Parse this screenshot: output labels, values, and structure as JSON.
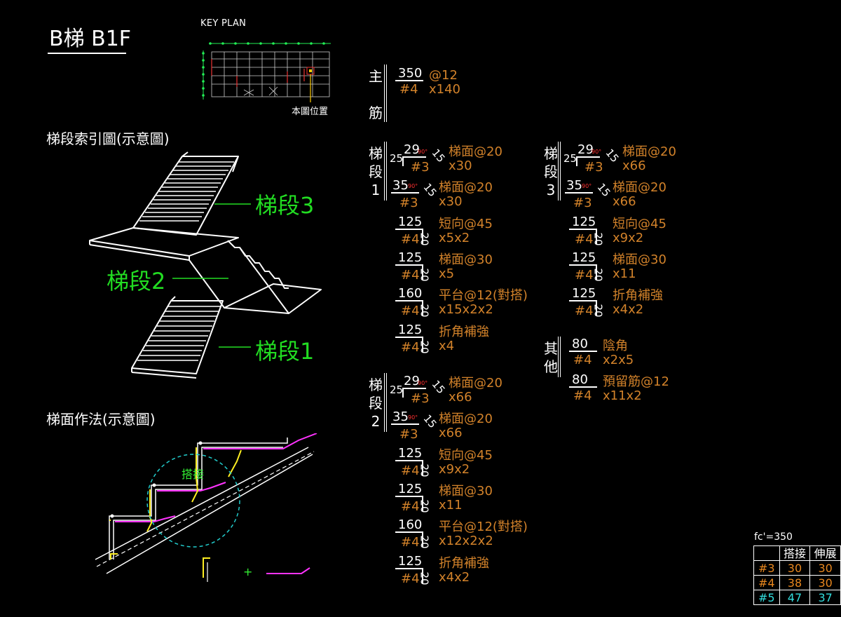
{
  "title": "B梯 B1F",
  "key_plan": {
    "label": "KEY PLAN",
    "position_label": "本圖位置"
  },
  "index_diagram": {
    "title": "梯段索引圖(示意圖)",
    "segment_labels": [
      "梯段3",
      "梯段2",
      "梯段1"
    ]
  },
  "detail_diagram": {
    "title": "梯面作法(示意圖)",
    "lap_label": "搭接",
    "plus": "+"
  },
  "groups": {
    "main": {
      "chars": [
        "主",
        "",
        "筋"
      ]
    },
    "seg1": {
      "chars": [
        "梯",
        "段",
        "1"
      ]
    },
    "seg2": {
      "chars": [
        "梯",
        "段",
        "2"
      ]
    },
    "seg3": {
      "chars": [
        "梯",
        "段",
        "3"
      ]
    },
    "other": {
      "chars": [
        "其",
        "他"
      ]
    }
  },
  "rebar": {
    "main": [
      {
        "top": "350",
        "bar": "#4",
        "spec": "@12",
        "qty": "x140"
      }
    ],
    "seg1": [
      {
        "kind": "bent",
        "top": "29",
        "left": "25",
        "ang": "90°",
        "leg": "15",
        "bar": "#3",
        "spec": "梯面@20",
        "qty": "x30"
      },
      {
        "kind": "hook",
        "top": "35",
        "ang": "90°",
        "leg": "15",
        "bar": "#3",
        "spec": "梯面@20",
        "qty": "x30"
      },
      {
        "kind": "L",
        "top": "125",
        "side": "20",
        "bar": "#4",
        "spec": "短向@45",
        "qty": "x5x2"
      },
      {
        "kind": "L",
        "top": "125",
        "side": "20",
        "bar": "#4",
        "spec": "梯面@30",
        "qty": "x5"
      },
      {
        "kind": "L",
        "top": "160",
        "side": "20",
        "bar": "#4",
        "spec": "平台@12(對搭)",
        "qty": "x15x2x2"
      },
      {
        "kind": "L",
        "top": "125",
        "side": "20",
        "bar": "#4",
        "spec": "折角補強",
        "qty": "x4"
      }
    ],
    "seg2": [
      {
        "kind": "bent",
        "top": "29",
        "left": "25",
        "ang": "90°",
        "leg": "15",
        "bar": "#3",
        "spec": "梯面@20",
        "qty": "x66"
      },
      {
        "kind": "hook",
        "top": "35",
        "ang": "90°",
        "leg": "15",
        "bar": "#3",
        "spec": "梯面@20",
        "qty": "x66"
      },
      {
        "kind": "L",
        "top": "125",
        "side": "20",
        "bar": "#4",
        "spec": "短向@45",
        "qty": "x9x2"
      },
      {
        "kind": "L",
        "top": "125",
        "side": "20",
        "bar": "#4",
        "spec": "梯面@30",
        "qty": "x11"
      },
      {
        "kind": "L",
        "top": "160",
        "side": "20",
        "bar": "#4",
        "spec": "平台@12(對搭)",
        "qty": "x12x2x2"
      },
      {
        "kind": "L",
        "top": "125",
        "side": "20",
        "bar": "#4",
        "spec": "折角補強",
        "qty": "x4x2"
      }
    ],
    "seg3": [
      {
        "kind": "bent",
        "top": "29",
        "left": "25",
        "ang": "90°",
        "leg": "15",
        "bar": "#3",
        "spec": "梯面@20",
        "qty": "x66"
      },
      {
        "kind": "hook",
        "top": "35",
        "ang": "90°",
        "leg": "15",
        "bar": "#3",
        "spec": "梯面@20",
        "qty": "x66"
      },
      {
        "kind": "L",
        "top": "125",
        "side": "20",
        "bar": "#4",
        "spec": "短向@45",
        "qty": "x9x2"
      },
      {
        "kind": "L",
        "top": "125",
        "side": "20",
        "bar": "#4",
        "spec": "梯面@30",
        "qty": "x11"
      },
      {
        "kind": "L",
        "top": "125",
        "side": "20",
        "bar": "#4",
        "spec": "折角補強",
        "qty": "x4x2"
      }
    ],
    "other": [
      {
        "top": "80",
        "bar": "#4",
        "spec": "陰角",
        "qty": "x2x5"
      },
      {
        "top": "80",
        "bar": "#4",
        "spec": "預留筋@12",
        "qty": "x11x2"
      }
    ]
  },
  "lap_table": {
    "caption": "fc'=350",
    "headers": [
      "",
      "搭接",
      "伸展"
    ],
    "rows": [
      {
        "bar": "#3",
        "lap": "30",
        "dev": "30",
        "color": "#e8871e"
      },
      {
        "bar": "#4",
        "lap": "38",
        "dev": "30",
        "color": "#e8871e"
      },
      {
        "bar": "#5",
        "lap": "47",
        "dev": "37",
        "color": "#33dddd"
      }
    ]
  },
  "colors": {
    "background": "#000000",
    "text": "#ffffff",
    "rebar_text": "#d2822a",
    "label_green": "#22dd22",
    "detail_magenta": "#ff33ff",
    "detail_yellow": "#ffee22",
    "circle_cyan": "#22cccc"
  }
}
